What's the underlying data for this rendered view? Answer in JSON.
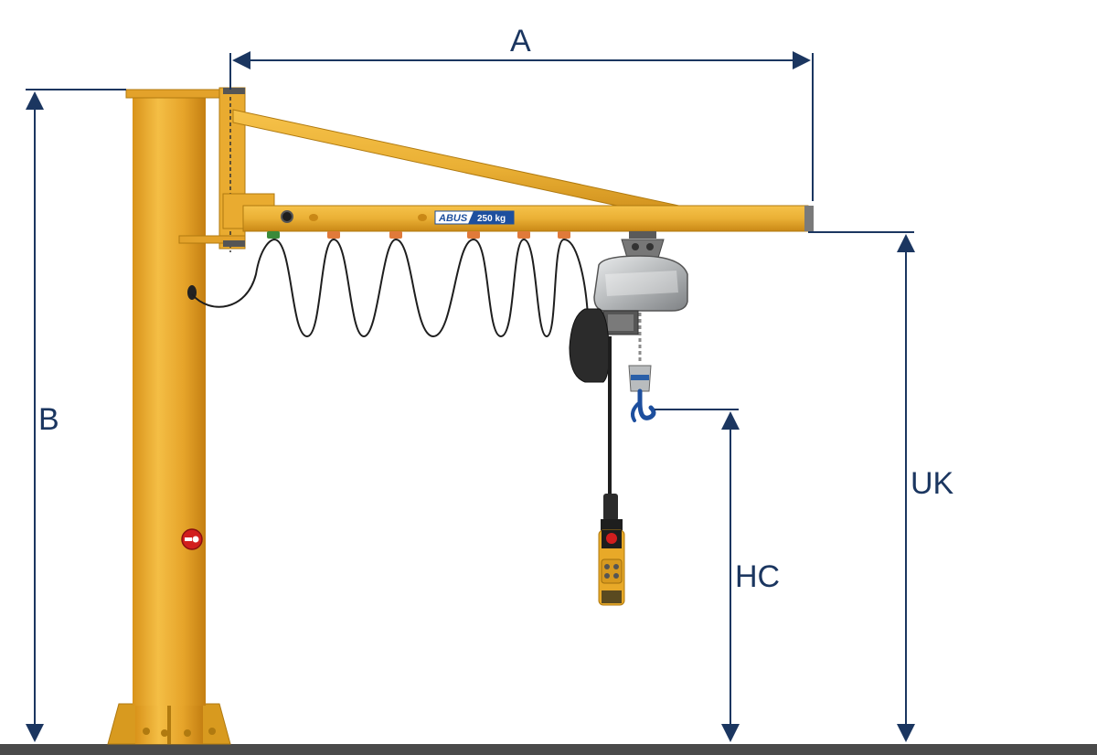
{
  "dimensions": {
    "outreach": "A",
    "total_height": "B",
    "hook_height": "HC",
    "underside_height": "UK"
  },
  "boom_label": {
    "brand": "ABUS",
    "capacity": "250 kg"
  },
  "colors": {
    "crane_yellow": "#e8a928",
    "dimension_lines": "#1b3660",
    "hoist_grey": "#9a9da0",
    "floor": "#4a4a4a"
  }
}
